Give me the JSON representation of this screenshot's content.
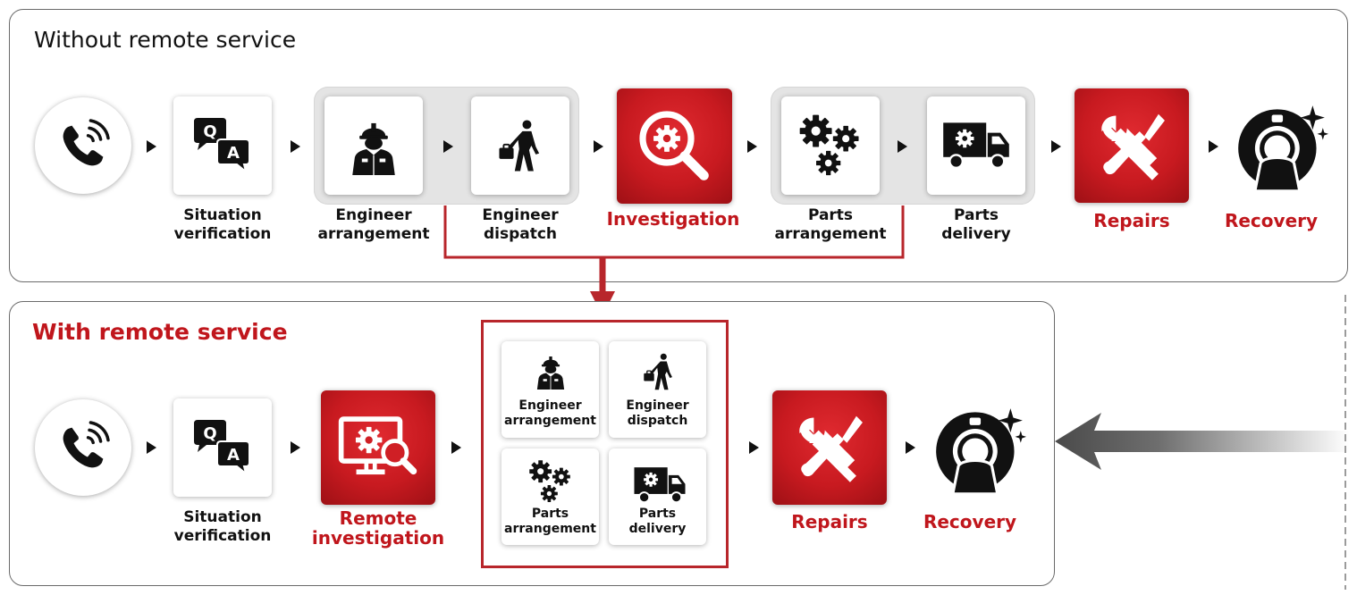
{
  "without": {
    "title": "Without remote service",
    "steps": {
      "situation": "Situation\nverification",
      "engineer_arrangement": "Engineer\narrangement",
      "engineer_dispatch": "Engineer\ndispatch",
      "investigation": "Investigation",
      "parts_arrangement": "Parts\narrangement",
      "parts_delivery": "Parts\ndelivery",
      "repairs": "Repairs",
      "recovery": "Recovery"
    }
  },
  "with": {
    "title": "With remote service",
    "steps": {
      "situation": "Situation\nverification",
      "remote_investigation": "Remote\ninvestigation",
      "engineer_arrangement": "Engineer\narrangement",
      "engineer_dispatch": "Engineer\ndispatch",
      "parts_arrangement": "Parts\narrangement",
      "parts_delivery": "Parts\ndelivery",
      "repairs": "Repairs",
      "recovery": "Recovery"
    }
  },
  "qa_icon": {
    "q": "Q",
    "a": "A"
  },
  "icons": [
    "phone-icon",
    "qa-icon",
    "engineer-icon",
    "walking-engineer-icon",
    "magnifier-gear-icon",
    "gears-icon",
    "truck-icon",
    "tools-icon",
    "scanner-icon",
    "monitor-search-icon"
  ],
  "colors": {
    "accent": "#c0161c",
    "group_bg": "#e4e4e4",
    "border": "#6a6a6a"
  }
}
